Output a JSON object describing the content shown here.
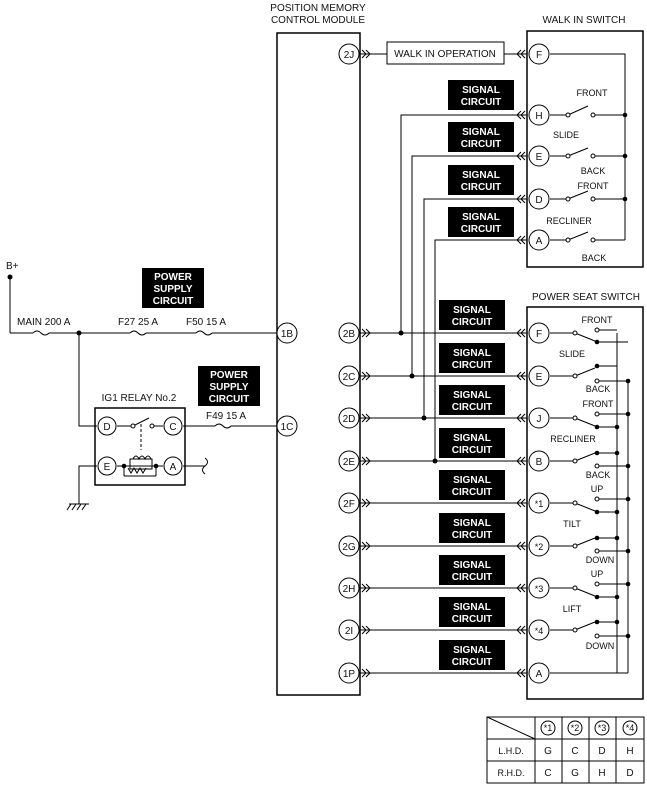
{
  "module": {
    "title_line1": "POSITION MEMORY",
    "title_line2": "CONTROL MODULE"
  },
  "walk_in_switch": {
    "title": "WALK IN SWITCH",
    "operation_label": "WALK IN OPERATION",
    "terminals": [
      "F",
      "H",
      "E",
      "D",
      "A"
    ],
    "labels": {
      "front1": "FRONT",
      "slide": "SLIDE",
      "back1": "BACK",
      "front2": "FRONT",
      "recliner": "RECLINER",
      "back2": "BACK"
    }
  },
  "power_seat_switch": {
    "title": "POWER SEAT SWITCH",
    "terminals": [
      "F",
      "E",
      "J",
      "B",
      "*1",
      "*2",
      "*3",
      "*4",
      "A"
    ],
    "labels": {
      "front1": "FRONT",
      "slide": "SLIDE",
      "back1": "BACK",
      "front2": "FRONT",
      "recliner": "RECLINER",
      "back2": "BACK",
      "up1": "UP",
      "tilt": "TILT",
      "down1": "DOWN",
      "up2": "UP",
      "lift": "LIFT",
      "down2": "DOWN"
    }
  },
  "module_terminals": [
    "2J",
    "1B",
    "1C",
    "2B",
    "2C",
    "2D",
    "2E",
    "2F",
    "2G",
    "2H",
    "2I",
    "1P"
  ],
  "signal_circuit": {
    "line1": "SIGNAL",
    "line2": "CIRCUIT"
  },
  "power_supply": {
    "line1": "POWER",
    "line2": "SUPPLY",
    "line3": "CIRCUIT"
  },
  "battery": "B+",
  "fuses": {
    "main": "MAIN 200 A",
    "f27": "F27 25 A",
    "f50": "F50 15 A",
    "f49": "F49 15 A"
  },
  "relay": {
    "title": "IG1 RELAY No.2",
    "terminals": [
      "D",
      "C",
      "E",
      "A"
    ]
  },
  "table": {
    "headers": [
      "*1",
      "*2",
      "*3",
      "*4"
    ],
    "rows": [
      {
        "label": "L.H.D.",
        "values": [
          "G",
          "C",
          "D",
          "H"
        ]
      },
      {
        "label": "R.H.D.",
        "values": [
          "C",
          "G",
          "H",
          "D"
        ]
      }
    ]
  }
}
